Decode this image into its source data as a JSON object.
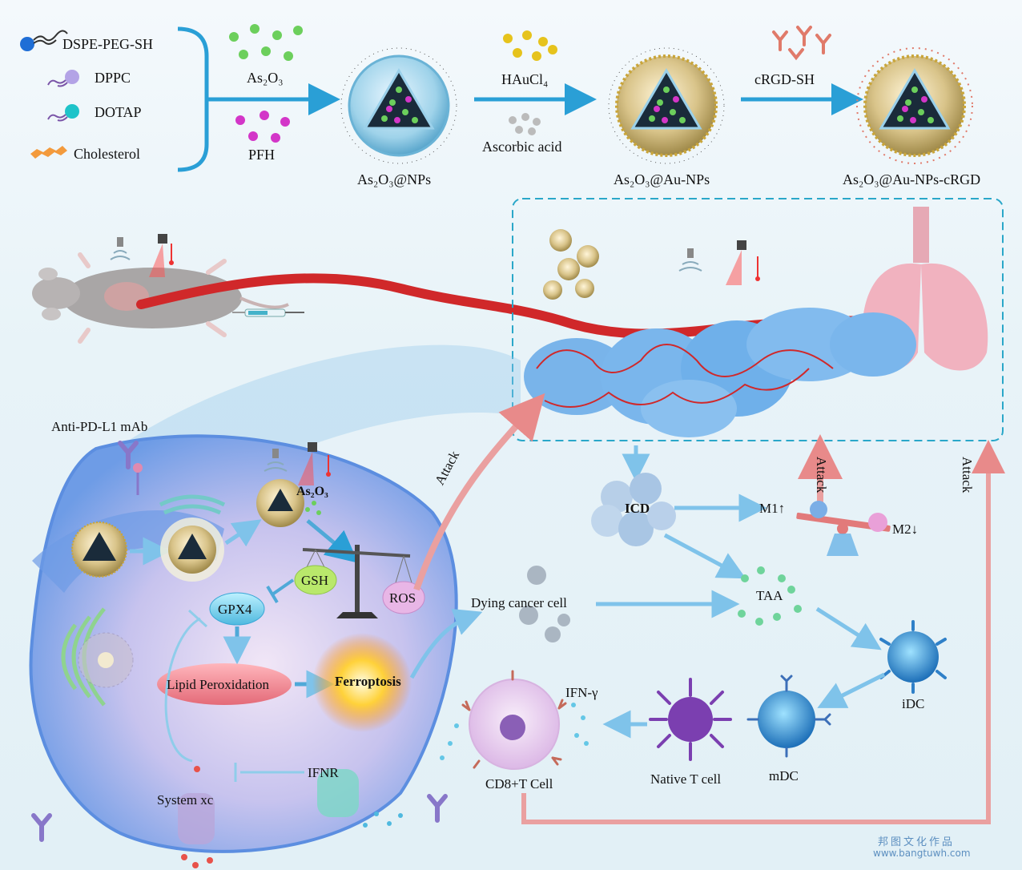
{
  "legend": {
    "dspe": "DSPE-PEG-SH",
    "dppc": "DPPC",
    "dotap": "DOTAP",
    "cholesterol": "Cholesterol"
  },
  "synthesis": {
    "as2o3": "As₂O₃",
    "pfh": "PFH",
    "np1": "As₂O₃@NPs",
    "haucl4": "HAuCl₄",
    "ascorbic": "Ascorbic acid",
    "np2": "As₂O₃@Au-NPs",
    "crgd": "cRGD-SH",
    "np3": "As₂O₃@Au-NPs-cRGD"
  },
  "cell": {
    "antipdl1": "Anti-PD-L1 mAb",
    "as2o3": "As₂O₃",
    "gsh": "GSH",
    "ros": "ROS",
    "gpx4": "GPX4",
    "lipid": "Lipid Peroxidation",
    "ferroptosis": "Ferroptosis",
    "systemxc": "System xc",
    "ifnr": "IFNR"
  },
  "immune": {
    "attack1": "Attack",
    "attack2": "Attack",
    "attack3": "Attack",
    "icd": "ICD",
    "m1": "M1↑",
    "m2": "M2↓",
    "dying": "Dying cancer cell",
    "taa": "TAA",
    "idc": "iDC",
    "mdc": "mDC",
    "native": "Native T cell",
    "cd8": "CD8+T Cell",
    "ifng": "IFN-γ"
  },
  "watermark": {
    "cn": "邦图文化作品",
    "url": "www.bangtuwh.com"
  },
  "colors": {
    "flow_arrow": "#2a9fd6",
    "attack_arrow": "#e88a8a",
    "vessel": "#d0282a",
    "cell": "#7fa8e8"
  }
}
